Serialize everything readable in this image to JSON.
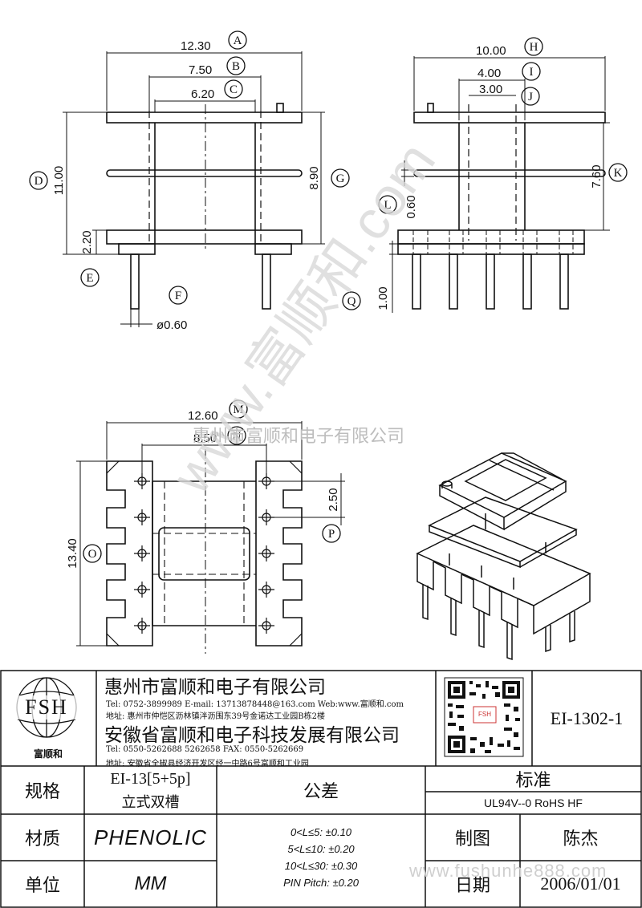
{
  "dimensions": {
    "a": "12.30",
    "b": "7.50",
    "c": "6.20",
    "d": "11.00",
    "e": "2.20",
    "f": "ø0.60",
    "g": "8.90",
    "h": "10.00",
    "i": "4.00",
    "j": "3.00",
    "k": "7.60",
    "l": "0.60",
    "q": "1.00",
    "m": "12.60",
    "n": "8.50",
    "p": "2.50",
    "o": "13.40"
  },
  "callouts": {
    "A": "A",
    "B": "B",
    "C": "C",
    "D": "D",
    "E": "E",
    "F": "F",
    "G": "G",
    "H": "H",
    "I": "I",
    "J": "J",
    "K": "K",
    "L": "L",
    "Q": "Q",
    "M": "M",
    "N": "N",
    "P": "P",
    "O": "O"
  },
  "watermarks": {
    "diagonal": "www.富顺和.com",
    "company_line": "惠州市富顺和电子有限公司",
    "website": "www.fushunhe888.com"
  },
  "title_block": {
    "logo_letters": "FSH",
    "logo_caption": "富顺和",
    "company1": {
      "name": "惠州市富顺和电子有限公司",
      "contact": "Tel:  0752-3899989  E-mail: 13713878448@163.com  Web:www.富顺和.com",
      "address": "地址: 惠州市仲恺区沥林镇泮沥围东39号金诺达工业园B栋2楼"
    },
    "company2": {
      "name": "安徽省富顺和电子科技发展有限公司",
      "contact": "Tel:  0550-5262688  5262658      FAX: 0550-5262669",
      "address": "地址: 安徽省全椒县经济开发区经一中路6号富顺和工业园"
    },
    "qr_center": "FSH",
    "part_number": "EI-1302-1",
    "spec_label": "规格",
    "spec_value_1": "EI-13[5+5p]",
    "spec_value_2": "立式双槽",
    "tolerance_label": "公差",
    "tolerances": [
      "0<L≤5: ±0.10",
      "5<L≤10: ±0.20",
      "10<L≤30: ±0.30",
      "PIN Pitch: ±0.20"
    ],
    "standard_label": "标准",
    "standard_value": "UL94V--0  RoHS HF",
    "material_label": "材质",
    "material_value": "PHENOLIC",
    "drawer_label": "制图",
    "drawer_value": "陈杰",
    "unit_label": "单位",
    "unit_value": "MM",
    "date_label": "日期",
    "date_value": "2006/01/01"
  }
}
